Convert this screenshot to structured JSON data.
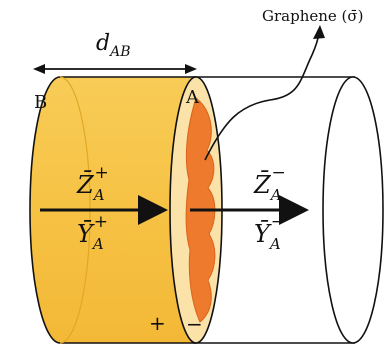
{
  "labels": {
    "graphene": "Graphene (σ̄)",
    "d_ab": "d",
    "d_ab_sub": "AB",
    "port_b": "B",
    "port_a": "A",
    "plus_sign": "+",
    "minus_sign": "−",
    "z_plus": "Z̄",
    "z_plus_sub": "A",
    "z_plus_sup": "+",
    "y_plus": "Ȳ",
    "y_plus_sub": "A",
    "y_plus_sup": "+",
    "z_minus": "Z̄",
    "z_minus_sub": "A",
    "z_minus_sup": "−",
    "y_minus": "Ȳ",
    "y_minus_sub": "A",
    "y_minus_sup": "−"
  },
  "colors": {
    "cylinder_fill": "#f7c64a",
    "cylinder_edge": "#f4b93a",
    "face_fill": "#fbe2a8",
    "graphene_fill": "#ee7a2e",
    "graphene_edge": "#d9641b",
    "stroke": "#111111",
    "white": "#ffffff"
  }
}
